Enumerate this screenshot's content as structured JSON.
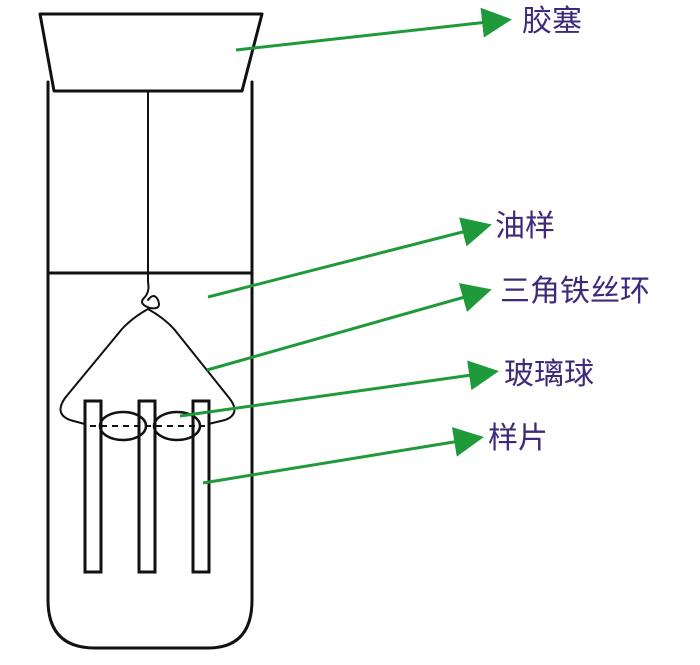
{
  "labels": {
    "stopper": "胶塞",
    "oil_sample": "油样",
    "wire_ring": "三角铁丝环",
    "glass_ball": "玻璃球",
    "sample_piece": "样片"
  },
  "colors": {
    "arrow": "#1f9a3a",
    "label": "#3d2a7a",
    "ink": "#111111"
  }
}
